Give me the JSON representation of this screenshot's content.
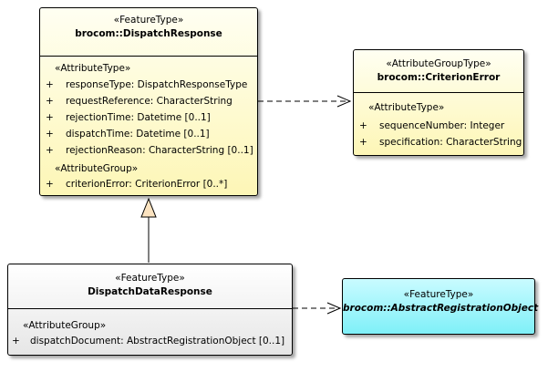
{
  "classes": {
    "dispatch_response": {
      "stereotype": "«FeatureType»",
      "name": "brocom::DispatchResponse",
      "groups": [
        {
          "label": "«AttributeType»",
          "attributes": [
            {
              "vis": "+",
              "text": "responseType: DispatchResponseType"
            },
            {
              "vis": "+",
              "text": "requestReference: CharacterString"
            },
            {
              "vis": "+",
              "text": "rejectionTime: Datetime [0..1]"
            },
            {
              "vis": "+",
              "text": "dispatchTime: Datetime [0..1]"
            },
            {
              "vis": "+",
              "text": "rejectionReason: CharacterString [0..1]"
            }
          ]
        },
        {
          "label": "«AttributeGroup»",
          "attributes": [
            {
              "vis": "+",
              "text": "criterionError: CriterionError [0..*]"
            }
          ]
        }
      ]
    },
    "criterion_error": {
      "stereotype": "«AttributeGroupType»",
      "name": "brocom::CriterionError",
      "groups": [
        {
          "label": "«AttributeType»",
          "attributes": [
            {
              "vis": "+",
              "text": "sequenceNumber: Integer"
            },
            {
              "vis": "+",
              "text": "specification: CharacterString"
            }
          ]
        }
      ]
    },
    "dispatch_data_response": {
      "stereotype": "«FeatureType»",
      "name": "DispatchDataResponse",
      "groups": [
        {
          "label": "«AttributeGroup»",
          "attributes": [
            {
              "vis": "+",
              "text": "dispatchDocument: AbstractRegistrationObject [0..1]"
            }
          ]
        }
      ]
    },
    "abstract_registration_object": {
      "stereotype": "«FeatureType»",
      "name": "brocom::AbstractRegistrationObject"
    }
  },
  "colors": {
    "feature_type_fill": "#fdf6b6",
    "local_class_fill": "#e6e6e6",
    "abstract_class_fill": "#7ff0f8",
    "generalization_triangle": "#fbe3c0"
  }
}
